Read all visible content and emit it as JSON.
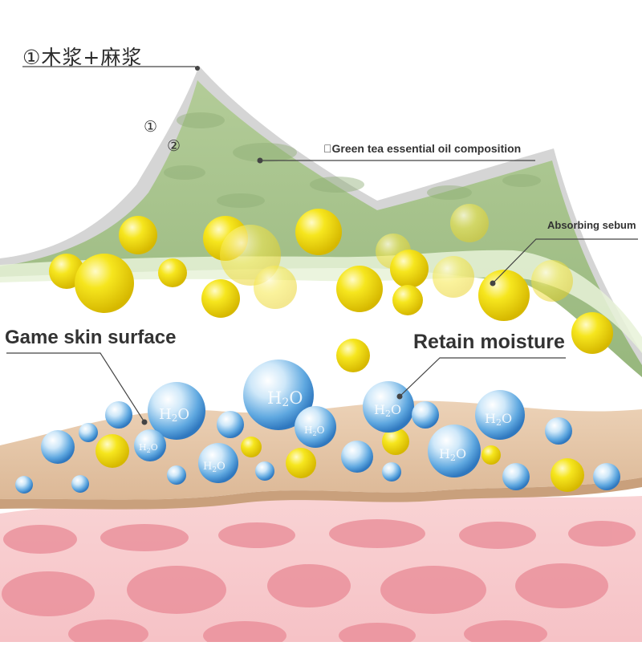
{
  "labels": {
    "material_layers": "①木浆+麻浆",
    "marker_one": "①",
    "marker_two": "②",
    "green_tea": "􀀀Green tea essential oil composition",
    "absorbing_sebum": "Absorbing sebum",
    "skin_surface": "Game skin surface",
    "retain_moisture": "Retain moisture",
    "water_formula": "H2O"
  },
  "colors": {
    "green_layer": "#a7c28c",
    "grey_layer": "#c9c9c9",
    "oil_droplet": "#f2e21a",
    "water_droplet": "#6fb3e6",
    "skin_tan": "#e5c6a8",
    "tissue_pink": "#f4b7bd",
    "cell_pink": "#e98a96"
  }
}
